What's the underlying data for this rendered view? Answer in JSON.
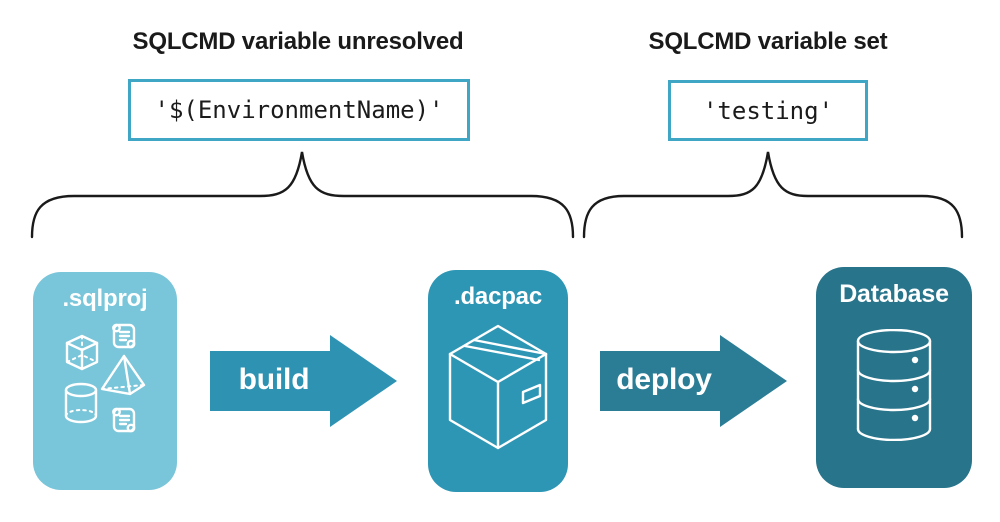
{
  "diagram": {
    "left_group": {
      "heading": "SQLCMD variable unresolved",
      "code": "'$(EnvironmentName)'"
    },
    "right_group": {
      "heading": "SQLCMD variable set",
      "code": "'testing'"
    },
    "pipeline": {
      "sqlproj": {
        "label": ".sqlproj",
        "icons": [
          "script-scroll",
          "cube",
          "pyramid",
          "cylinder",
          "script-scroll"
        ]
      },
      "build_arrow": {
        "label": "build"
      },
      "dacpac": {
        "label": ".dacpac",
        "icon": "package-box"
      },
      "deploy_arrow": {
        "label": "deploy"
      },
      "database": {
        "label": "Database",
        "icon": "database-cylinder"
      }
    },
    "colors": {
      "heading_text": "#1a1a1a",
      "code_text": "#1b1b1b",
      "code_box_border": "#3fa6c6",
      "brace": "#1a1a1a",
      "sqlproj_bg": "#79c5d9",
      "dacpac_bg": "#2e96b5",
      "build_arrow": "#2e93b2",
      "deploy_arrow": "#2b7d96",
      "database_bg": "#27748b",
      "icon_stroke": "#ffffff"
    }
  }
}
